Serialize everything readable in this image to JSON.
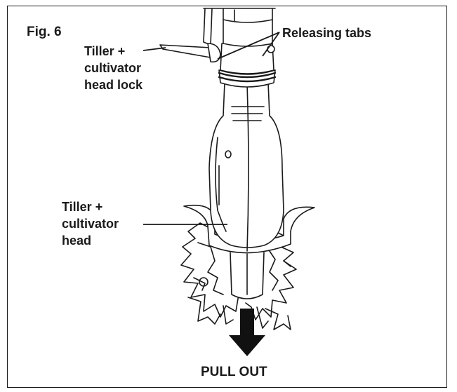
{
  "figure": {
    "label": "Fig. 6",
    "callouts": {
      "releasing_tabs": "Releasing tabs",
      "head_lock": [
        "Tiller +",
        "cultivator",
        "head lock"
      ],
      "head": [
        "Tiller +",
        "cultivator",
        "head"
      ]
    },
    "action": "PULL OUT"
  },
  "colors": {
    "ink": "#1a1a1a",
    "arrow": "#111111",
    "background": "#ffffff"
  }
}
